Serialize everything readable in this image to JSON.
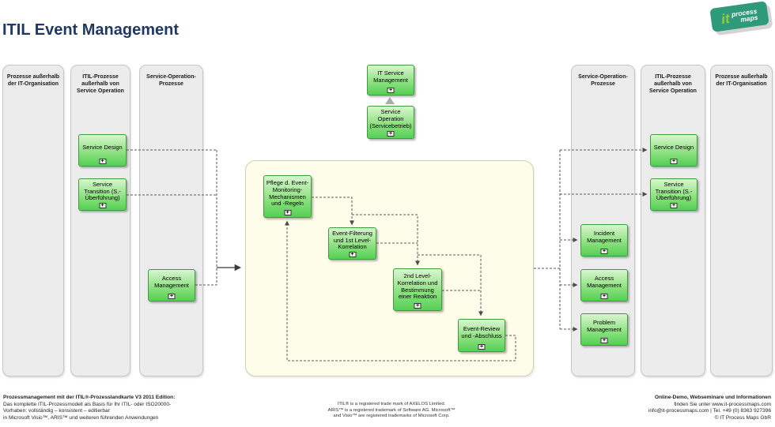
{
  "title": "ITIL Event Management",
  "logo": {
    "it_text": "it",
    "process": "process",
    "maps": "maps"
  },
  "icons": {
    "expand": "+"
  },
  "lanes": {
    "l1": "Prozesse außerhalb\nder IT-Organisation",
    "l2": "ITIL-Prozesse\naußerhalb von\nService Operation",
    "l3": "Service-Operation-\nProzesse",
    "r1": "Service-Operation-\nProzesse",
    "r2": "ITIL-Prozesse\naußerhalb von\nService Operation",
    "r3": "Prozesse außerhalb\nder IT-Organisation"
  },
  "boxes": {
    "itsm": "IT Service\nManagement",
    "service_operation": "Service\nOperation\n(Servicebetrieb)",
    "left_service_design": "Service Design",
    "left_service_transition": "Service\nTransition (S.-\nÜberführung)",
    "left_access": "Access\nManagement",
    "pflege": "Pflege d. Event-\nMonitoring-\nMechanismen\nund -Regeln",
    "filterung": "Event-Filterung\nund 1st Level-\nKorrelation",
    "second_level": "2nd Level-\nKorrelation und\nBestimmung\neiner Reaktion",
    "review": "Event-Review\nund -Abschluss",
    "right_service_design": "Service Design",
    "right_service_transition": "Service\nTransition (S.-\nÜberführung)",
    "incident": "Incident\nManagement",
    "right_access": "Access\nManagement",
    "problem": "Problem\nManagement"
  },
  "footer": {
    "left": {
      "line1": "Prozessmanagement mit der ITIL®-Prozesslandkarte V3 2011 Edition:",
      "line2": "Das komplette ITIL-Prozessmodell als Basis für Ihr ITIL- oder ISO20000-",
      "line3": "Vorhaben: vollständig – konsistent – editierbar",
      "line4": "in Microsoft Visio™, ARIS™ und weiteren führenden Anwendungen"
    },
    "center": {
      "line1": "ITIL® is a registered trade mark of AXELOS Limited.",
      "line2": "ARIS™ is a registered trademark of Software AG. Microsoft™",
      "line3": "and Visio™ are registered trademarks of Microsoft Corp."
    },
    "right": {
      "line1": "Online-Demo, Webseminare und Informationen",
      "line2": "finden Sie unter www.it-processmaps.com",
      "line3": "info@it-processmaps.com | Tel. +49 (0) 8363 927396",
      "line4": "© IT Process Maps GbR"
    }
  },
  "colors": {
    "accent_green": "#54d054",
    "box_border": "#3f9b3f",
    "title_blue": "#1f3864",
    "lane_gray": "#ececec",
    "area_yellow": "#fdfde9",
    "logo_teal": "#2f9a7a",
    "logo_lime": "#9bcb3c",
    "connector_gray": "#5a5a5a"
  }
}
